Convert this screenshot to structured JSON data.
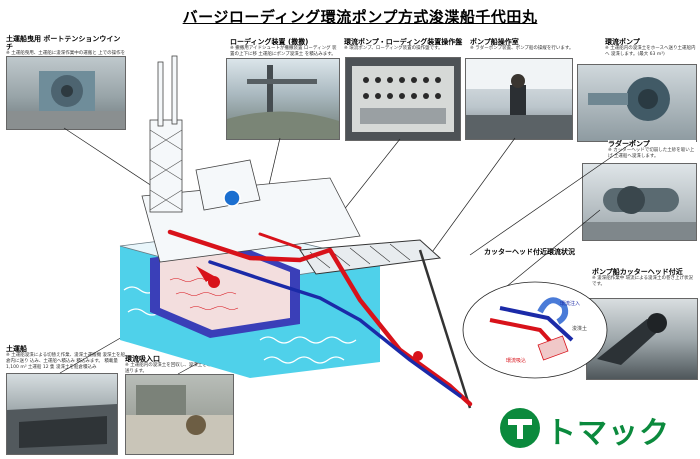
{
  "title": "バージローディング環流ポンプ方式浚渫船千代田丸",
  "photos": {
    "winch": {
      "label": "土運船曳用 ポートテンションウインチ",
      "note": "※ 土運船曳用、土運船に浚渫作業中の運搬と 上での操作をしますが"
    },
    "loading": {
      "label": "ローディング装置 (撒撒)",
      "note": "※ 撒撒用アイドシュートが撒撒装置 ローディング 装置の上下に移 土運船にポンプ浚渫土 を積込みます。"
    },
    "panel": {
      "label": "環流ポンプ・ローディング装置操作盤",
      "note": "※ 環流ポンプ、ローディング装置の操作盤です。"
    },
    "control_room": {
      "label": "ポンプ船操作室",
      "note": "※ ラダーポンプ装置、ポンプ船の操縦を行います。"
    },
    "circulation_pump": {
      "label": "環流ポンプ",
      "note": "※ 土運船内の浚渫土をホースへ送り土運船内へ 浚渫します。(最大 63 m³)"
    },
    "ladder_pump": {
      "label": "ラダーポンプ",
      "note": "※ カッターヘッドで切崩した土砂を吸い上げ 土運船へ浚渫します。"
    },
    "barge": {
      "label": "土運船",
      "note": "※ 土運船浚渫による切替え作業、浚渫土運搬機  浚渫土を船倉内に送り 込み、土運船へ積込み 積込みます。 積載量 1,100 m³ 土運船 12 隻 浚渫土を船倉積込み"
    },
    "intake": {
      "label": "環流吸入口",
      "note": "※ 土運船内の浚渫土を回収し、浚渫土を環流ポンプへ送ります。"
    },
    "cutter_flow": {
      "label": "カッターヘッド付近環流状況",
      "l1": "環流注入",
      "l2": "環流吸込",
      "l3": "浚渫土"
    },
    "cutter_head": {
      "label": "ポンプ船カッターヘッド付近",
      "note": "※ 浚渫船作業中 環流による浚渫土の巻き上げ状況です。"
    }
  },
  "logo": {
    "text": "トマック",
    "color": "#0b8a3d"
  },
  "colors": {
    "hull_blue": "#4fd1ea",
    "pipe_red": "#d8121a",
    "pipe_blue": "#1b2aa8",
    "hold_blue": "#3a3fb8"
  }
}
